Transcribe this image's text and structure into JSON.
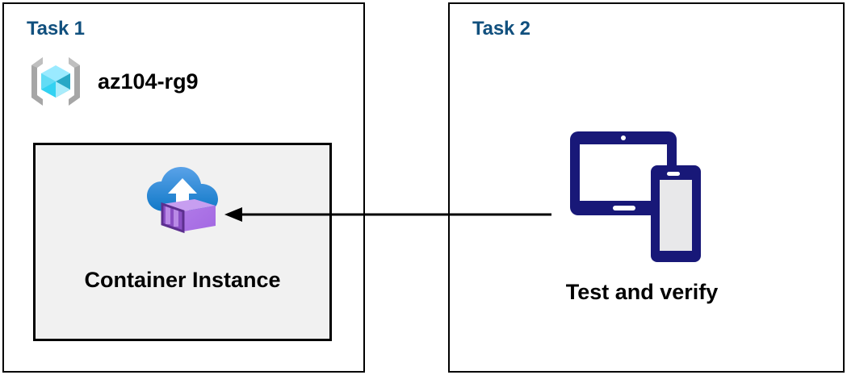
{
  "diagram": {
    "title_color": "#11507e",
    "panels": [
      {
        "id": "task1",
        "title": "Task 1",
        "resource_group": {
          "icon": "azure-resource-group-icon",
          "label": "az104-rg9"
        },
        "resource": {
          "icon": "azure-container-instance-icon",
          "label": "Container Instance",
          "fill_color": "#f1f1f1",
          "border_color": "#000000"
        }
      },
      {
        "id": "task2",
        "title": "Task 2",
        "devices": {
          "icon": "tablet-and-phone-devices-icon",
          "label": "Test and verify",
          "color": "#181878"
        }
      }
    ],
    "connector": {
      "name": "arrow-task2-to-container-instance",
      "direction": "right-to-left",
      "color": "#000000"
    }
  }
}
